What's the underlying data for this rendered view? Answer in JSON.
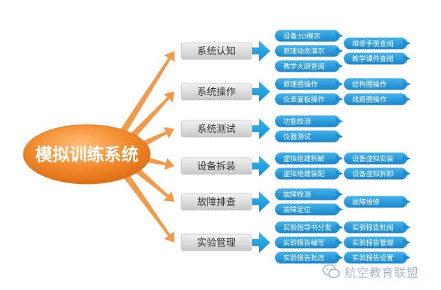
{
  "diagram": {
    "root": {
      "label": "模拟训练系统"
    },
    "branches": [
      {
        "label": "系统认知",
        "left": [
          "设备3D展示",
          "原理动态演示",
          "教学大纲查阅"
        ],
        "right": [
          "维修手册查阅",
          "教学课件查阅"
        ]
      },
      {
        "label": "系统操作",
        "left": [
          "原理图操作",
          "仪表面板操作"
        ],
        "right": [
          "结构图操作",
          "线路图操作"
        ]
      },
      {
        "label": "系统测试",
        "left": [
          "功能检测",
          "仪器测试"
        ],
        "right": []
      },
      {
        "label": "设备拆装",
        "left": [
          "虚拟组建拆解",
          "虚拟组建装配"
        ],
        "right": [
          "设备虚拟安装",
          "设备虚拟拆卸"
        ]
      },
      {
        "label": "故障排查",
        "left": [
          "故障检测",
          "故障定位"
        ],
        "right": [
          "故障维修"
        ]
      },
      {
        "label": "实验管理",
        "left": [
          "实验指导书分发",
          "实验报告编写",
          "实验报告批改"
        ],
        "right": [
          "实验报告批阅",
          "实验报告管理",
          "实验报告设置"
        ]
      }
    ]
  },
  "watermark": {
    "text": "航空教育联盟",
    "icon": "wechat-icon"
  },
  "colors": {
    "root_orange": "#f0892a",
    "arrow_orange": "#f39a4a",
    "chevron_blue": "#1aa3e4",
    "pill_blue": "#2598d8",
    "category_gray": "#d6d6d6"
  }
}
